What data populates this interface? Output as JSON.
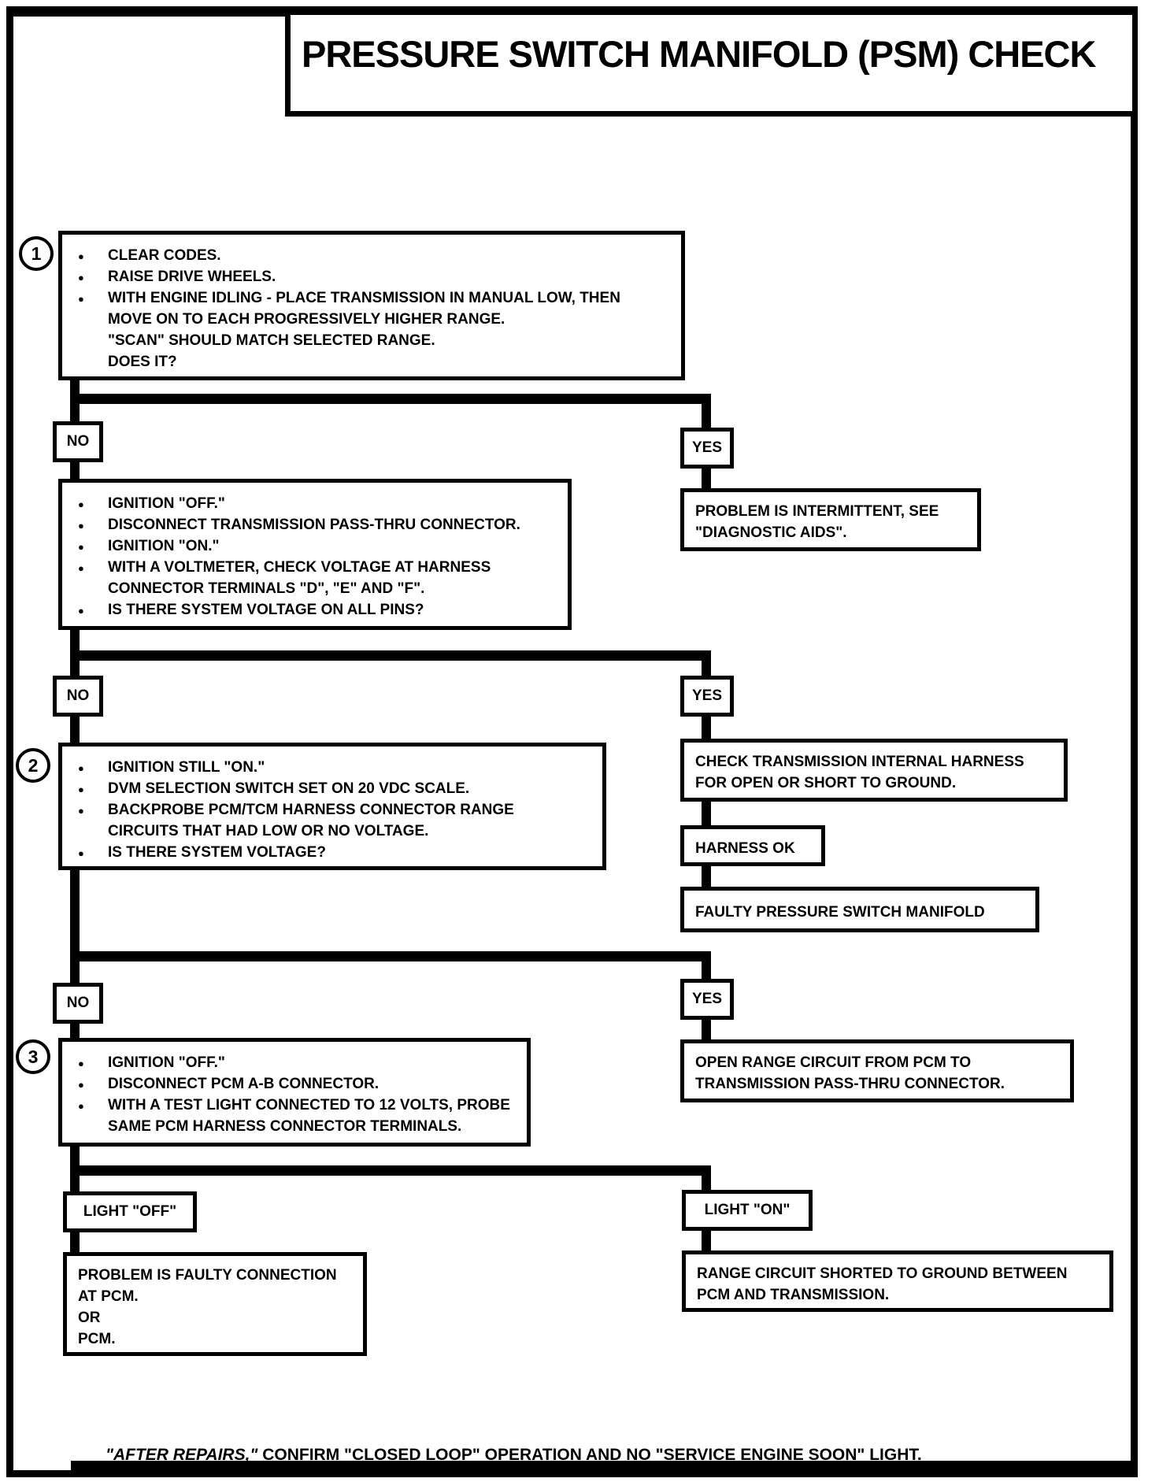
{
  "title": "PRESSURE SWITCH MANIFOLD (PSM) CHECK",
  "flow": {
    "step1": {
      "badge": "1",
      "lines": [
        "CLEAR CODES.",
        "RAISE DRIVE WHEELS.",
        "WITH ENGINE IDLING - PLACE TRANSMISSION IN MANUAL LOW, THEN",
        "MOVE ON TO EACH PROGRESSIVELY HIGHER RANGE.",
        "\"SCAN\" SHOULD MATCH SELECTED RANGE.",
        "DOES IT?"
      ]
    },
    "branch1": {
      "no": "NO",
      "yes": "YES",
      "yes_result": [
        "PROBLEM IS INTERMITTENT, SEE",
        "\"DIAGNOSTIC AIDS\"."
      ]
    },
    "step2": {
      "lines": [
        "IGNITION \"OFF.\"",
        "DISCONNECT TRANSMISSION PASS-THRU CONNECTOR.",
        "IGNITION \"ON.\"",
        "WITH A VOLTMETER, CHECK VOLTAGE AT HARNESS",
        "CONNECTOR TERMINALS \"D\", \"E\" AND \"F\".",
        "IS THERE SYSTEM VOLTAGE ON ALL PINS?"
      ]
    },
    "branch2": {
      "no": "NO",
      "yes": "YES",
      "check_harness": [
        "CHECK TRANSMISSION INTERNAL HARNESS",
        "FOR OPEN OR SHORT TO GROUND."
      ],
      "harness_ok": "HARNESS OK",
      "faulty_psm": "FAULTY PRESSURE SWITCH MANIFOLD"
    },
    "step3": {
      "badge": "2",
      "lines": [
        "IGNITION STILL \"ON.\"",
        "DVM SELECTION SWITCH SET ON 20 VDC SCALE.",
        "BACKPROBE PCM/TCM HARNESS CONNECTOR RANGE",
        "CIRCUITS THAT HAD LOW OR NO VOLTAGE.",
        "IS THERE SYSTEM VOLTAGE?"
      ]
    },
    "branch3": {
      "no": "NO",
      "yes": "YES",
      "yes_result": [
        "OPEN RANGE CIRCUIT FROM PCM TO",
        "TRANSMISSION PASS-THRU CONNECTOR."
      ]
    },
    "step4": {
      "badge": "3",
      "lines": [
        "IGNITION \"OFF.\"",
        "DISCONNECT PCM A-B CONNECTOR.",
        "WITH A TEST LIGHT CONNECTED TO 12 VOLTS, PROBE",
        "SAME PCM HARNESS CONNECTOR TERMINALS."
      ]
    },
    "branch4": {
      "light_off": "LIGHT \"OFF\"",
      "light_on": "LIGHT \"ON\"",
      "off_result": [
        "PROBLEM IS FAULTY CONNECTION",
        "AT PCM.",
        "OR",
        "PCM."
      ],
      "on_result": [
        "RANGE CIRCUIT SHORTED TO GROUND BETWEEN",
        "PCM AND TRANSMISSION."
      ]
    }
  },
  "footer": {
    "italic": "\"AFTER REPAIRS,\"",
    "rest": " CONFIRM \"CLOSED LOOP\" OPERATION AND NO \"SERVICE ENGINE SOON\" LIGHT."
  }
}
